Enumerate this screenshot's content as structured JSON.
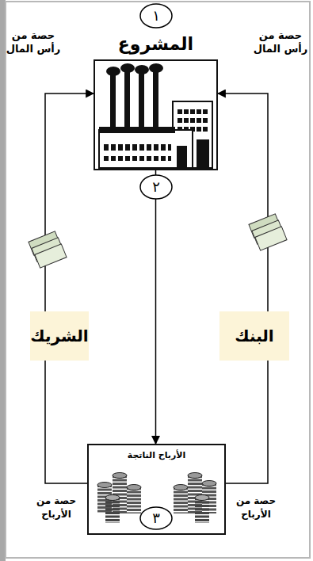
{
  "diagram": {
    "nodes": [
      {
        "text": [
          "المشروع"
        ]
      },
      {
        "text": [
          "الشريك"
        ]
      },
      {
        "text": [
          "البنك"
        ]
      },
      {
        "text": [
          "الأرباح الناتجة"
        ]
      }
    ],
    "edges": [
      {
        "from": 1,
        "to": 0,
        "arrow": "to",
        "label": "حصة من رأس المال"
      },
      {
        "from": 2,
        "to": 0,
        "arrow": "to",
        "label": "حصة من رأس المال"
      },
      {
        "from": 0,
        "to": 3,
        "arrow": "to"
      },
      {
        "from": 3,
        "to": 1,
        "arrow": "none",
        "label": "حصة من الأرباح"
      },
      {
        "from": 3,
        "to": 2,
        "arrow": "none",
        "label": "حصة من الأرباح"
      }
    ],
    "labels": [
      "١",
      "٢",
      "٣"
    ]
  }
}
